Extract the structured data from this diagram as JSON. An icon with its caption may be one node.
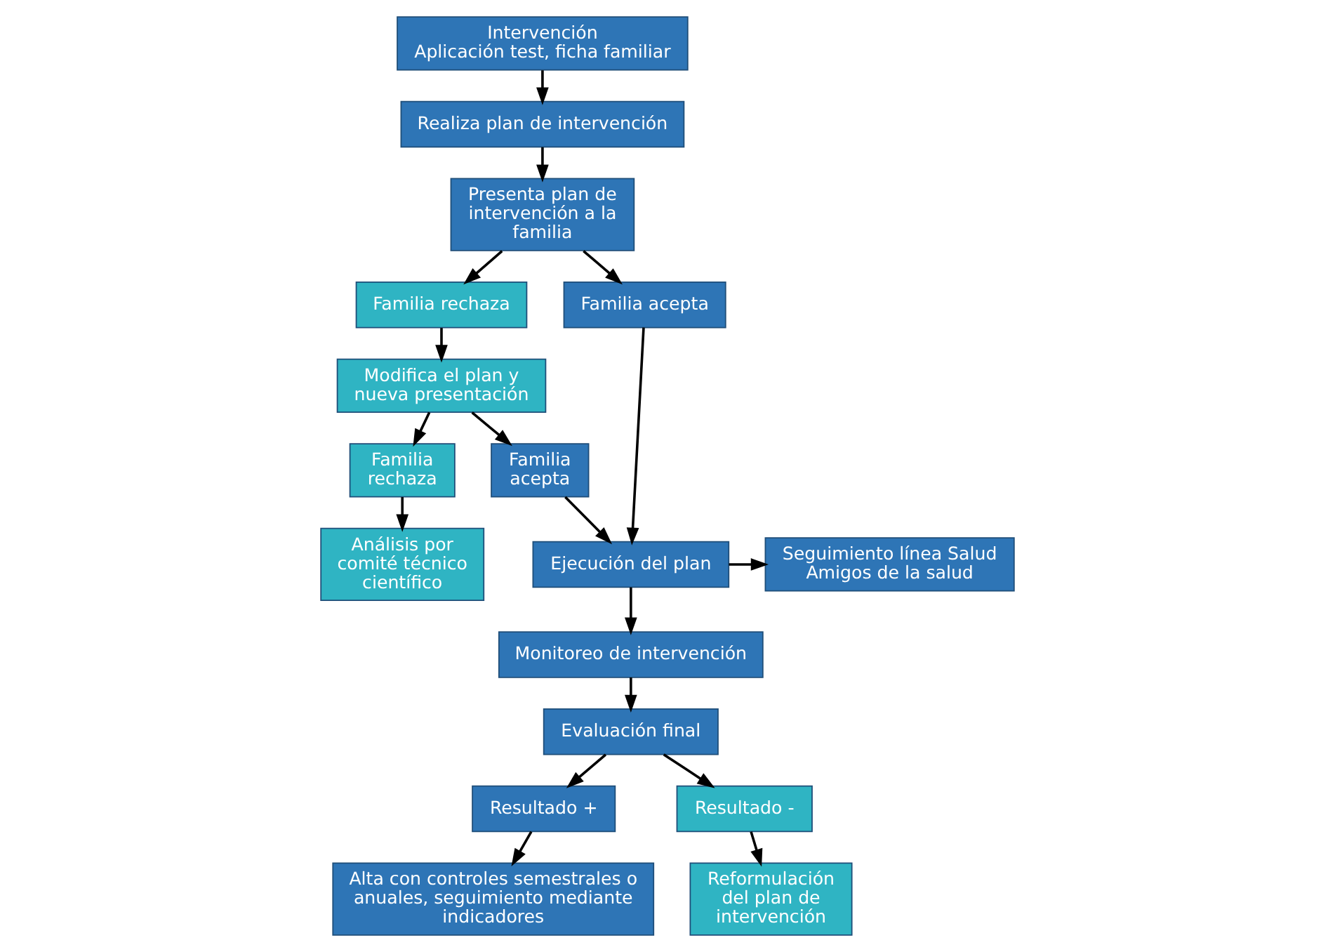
{
  "diagram": {
    "nodes": [
      {
        "text": [
          "Intervención",
          "Aplicación test, ficha familiar"
        ]
      },
      {
        "text": [
          "Realiza plan de intervención"
        ]
      },
      {
        "text": [
          "Presenta plan de intervención a la familia"
        ]
      },
      {
        "text": [
          "Familia rechaza"
        ]
      },
      {
        "text": [
          "Modifica el plan y nueva presentación"
        ]
      },
      {
        "text": [
          "Familia acepta"
        ]
      },
      {
        "text": [
          "Familia rechaza"
        ]
      },
      {
        "text": [
          "Familia acepta"
        ]
      },
      {
        "text": [
          "Análisis por comité técnico científico"
        ]
      },
      {
        "text": [
          "Ejecución del plan"
        ]
      },
      {
        "text": [
          "Seguimiento línea Salud Amigos de la salud"
        ]
      },
      {
        "text": [
          "Monitoreo de intervención"
        ]
      },
      {
        "text": [
          "Evaluación final"
        ]
      },
      {
        "text": [
          "Resultado +"
        ]
      },
      {
        "text": [
          "Resultado -"
        ]
      },
      {
        "text": [
          "Alta con controles semestrales o anuales, seguimiento mediante indicadores"
        ]
      },
      {
        "text": [
          "Reformulación del plan de intervención"
        ]
      }
    ],
    "edges": [
      {
        "from": 0,
        "to": 1,
        "arrow": "to"
      },
      {
        "from": 1,
        "to": 2,
        "arrow": "to"
      },
      {
        "from": 2,
        "to": 3,
        "arrow": "to"
      },
      {
        "from": 2,
        "to": 5,
        "arrow": "to"
      },
      {
        "from": 3,
        "to": 4,
        "arrow": "to"
      },
      {
        "from": 4,
        "to": 6,
        "arrow": "to"
      },
      {
        "from": 4,
        "to": 7,
        "arrow": "to"
      },
      {
        "from": 6,
        "to": 8,
        "arrow": "to"
      },
      {
        "from": 7,
        "to": 9,
        "arrow": "to"
      },
      {
        "from": 5,
        "to": 9,
        "arrow": "to"
      },
      {
        "from": 9,
        "to": 10,
        "arrow": "to"
      },
      {
        "from": 9,
        "to": 11,
        "arrow": "to"
      },
      {
        "from": 11,
        "to": 12,
        "arrow": "to"
      },
      {
        "from": 12,
        "to": 13,
        "arrow": "to"
      },
      {
        "from": 12,
        "to": 14,
        "arrow": "to"
      },
      {
        "from": 13,
        "to": 15,
        "arrow": "to"
      },
      {
        "from": 14,
        "to": 16,
        "arrow": "to"
      }
    ]
  }
}
